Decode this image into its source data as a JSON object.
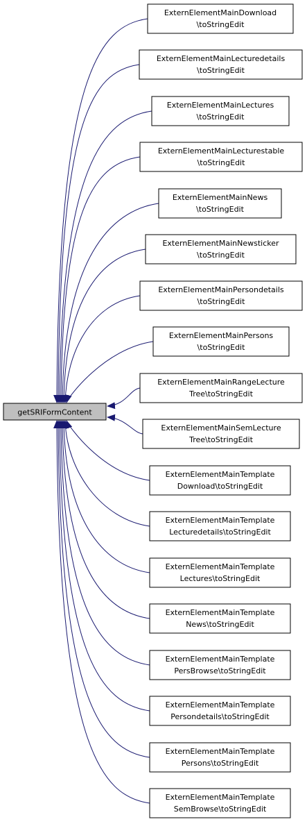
{
  "diagram": {
    "root": {
      "label": "getSRIFormContent"
    },
    "nodes": [
      {
        "line1": "ExternElementMainDownload",
        "line2": "\\toStringEdit"
      },
      {
        "line1": "ExternElementMainLecturedetails",
        "line2": "\\toStringEdit"
      },
      {
        "line1": "ExternElementMainLectures",
        "line2": "\\toStringEdit"
      },
      {
        "line1": "ExternElementMainLecturestable",
        "line2": "\\toStringEdit"
      },
      {
        "line1": "ExternElementMainNews",
        "line2": "\\toStringEdit"
      },
      {
        "line1": "ExternElementMainNewsticker",
        "line2": "\\toStringEdit"
      },
      {
        "line1": "ExternElementMainPersondetails",
        "line2": "\\toStringEdit"
      },
      {
        "line1": "ExternElementMainPersons",
        "line2": "\\toStringEdit"
      },
      {
        "line1": "ExternElementMainRangeLecture",
        "line2": "Tree\\toStringEdit"
      },
      {
        "line1": "ExternElementMainSemLecture",
        "line2": "Tree\\toStringEdit"
      },
      {
        "line1": "ExternElementMainTemplate",
        "line2": "Download\\toStringEdit"
      },
      {
        "line1": "ExternElementMainTemplate",
        "line2": "Lecturedetails\\toStringEdit"
      },
      {
        "line1": "ExternElementMainTemplate",
        "line2": "Lectures\\toStringEdit"
      },
      {
        "line1": "ExternElementMainTemplate",
        "line2": "News\\toStringEdit"
      },
      {
        "line1": "ExternElementMainTemplate",
        "line2": "PersBrowse\\toStringEdit"
      },
      {
        "line1": "ExternElementMainTemplate",
        "line2": "Persondetails\\toStringEdit"
      },
      {
        "line1": "ExternElementMainTemplate",
        "line2": "Persons\\toStringEdit"
      },
      {
        "line1": "ExternElementMainTemplate",
        "line2": "SemBrowse\\toStringEdit"
      }
    ],
    "colors": {
      "edge": "#191970",
      "root_fill": "#bfbfbf",
      "node_fill": "#ffffff",
      "border": "#000000"
    }
  }
}
